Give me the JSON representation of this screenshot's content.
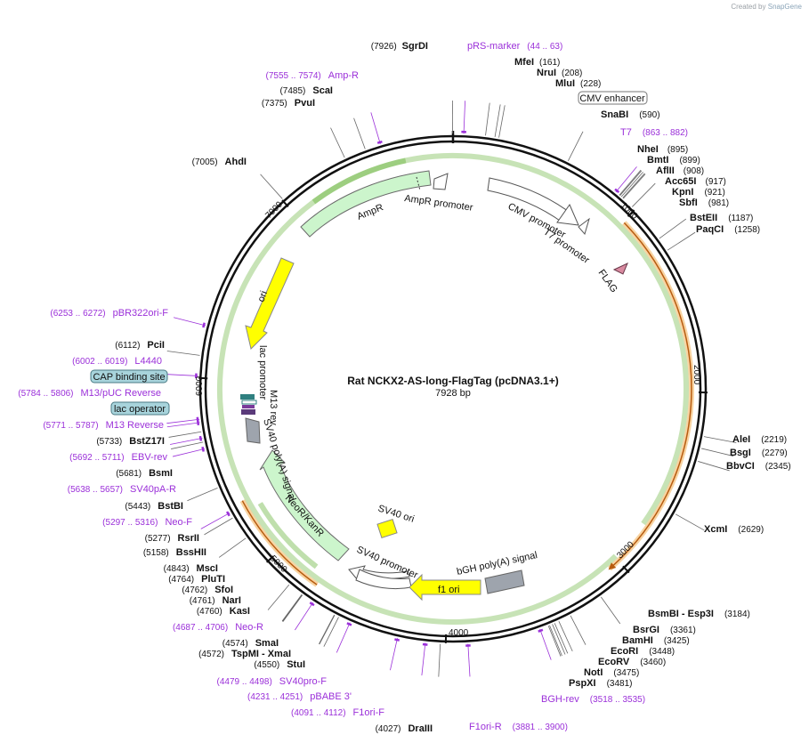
{
  "credit": {
    "prefix": "Created by",
    "brand": "SnapGene"
  },
  "plasmid": {
    "name": "Rat NCKX2-AS-long-FlagTag (pcDNA3.1+)",
    "length_label": "7928 bp",
    "length": 7928
  },
  "ticks": [
    "1000",
    "2000",
    "3000",
    "4000",
    "5000",
    "6000",
    "7000"
  ],
  "sites": [
    {
      "name": "SgrDI",
      "pos": "(7926)",
      "bp": 7926
    },
    {
      "name": "MfeI",
      "pos": "(161)",
      "bp": 161
    },
    {
      "name": "NruI",
      "pos": "(208)",
      "bp": 208
    },
    {
      "name": "MluI",
      "pos": "(228)",
      "bp": 228
    },
    {
      "name": "SnaBI",
      "pos": "(590)",
      "bp": 590
    },
    {
      "name": "NheI",
      "pos": "(895)",
      "bp": 895
    },
    {
      "name": "BmtI",
      "pos": "(899)",
      "bp": 899
    },
    {
      "name": "AflII",
      "pos": "(908)",
      "bp": 908
    },
    {
      "name": "Acc65I",
      "pos": "(917)",
      "bp": 917
    },
    {
      "name": "KpnI",
      "pos": "(921)",
      "bp": 921
    },
    {
      "name": "SbfI",
      "pos": "(981)",
      "bp": 981
    },
    {
      "name": "BstEII",
      "pos": "(1187)",
      "bp": 1187
    },
    {
      "name": "PaqCI",
      "pos": "(1258)",
      "bp": 1258
    },
    {
      "name": "AleI",
      "pos": "(2219)",
      "bp": 2219
    },
    {
      "name": "BsgI",
      "pos": "(2279)",
      "bp": 2279
    },
    {
      "name": "BbvCI",
      "pos": "(2345)",
      "bp": 2345
    },
    {
      "name": "XcmI",
      "pos": "(2629)",
      "bp": 2629
    },
    {
      "name": "BsmBI - Esp3I",
      "pos": "(3184)",
      "bp": 3184
    },
    {
      "name": "BsrGI",
      "pos": "(3361)",
      "bp": 3361
    },
    {
      "name": "BamHI",
      "pos": "(3425)",
      "bp": 3425
    },
    {
      "name": "EcoRI",
      "pos": "(3448)",
      "bp": 3448
    },
    {
      "name": "EcoRV",
      "pos": "(3460)",
      "bp": 3460
    },
    {
      "name": "NotI",
      "pos": "(3475)",
      "bp": 3475
    },
    {
      "name": "PspXI",
      "pos": "(3481)",
      "bp": 3481
    },
    {
      "name": "DraIII",
      "pos": "(4027)",
      "bp": 4027
    },
    {
      "name": "StuI",
      "pos": "(4550)",
      "bp": 4550
    },
    {
      "name": "TspMI - XmaI",
      "pos": "(4572)",
      "bp": 4572
    },
    {
      "name": "SmaI",
      "pos": "(4574)",
      "bp": 4574
    },
    {
      "name": "KasI",
      "pos": "(4760)",
      "bp": 4760
    },
    {
      "name": "NarI",
      "pos": "(4761)",
      "bp": 4761
    },
    {
      "name": "SfoI",
      "pos": "(4762)",
      "bp": 4762
    },
    {
      "name": "PluTI",
      "pos": "(4764)",
      "bp": 4764
    },
    {
      "name": "MscI",
      "pos": "(4843)",
      "bp": 4843
    },
    {
      "name": "BssHII",
      "pos": "(5158)",
      "bp": 5158
    },
    {
      "name": "RsrII",
      "pos": "(5277)",
      "bp": 5277
    },
    {
      "name": "BstBI",
      "pos": "(5443)",
      "bp": 5443
    },
    {
      "name": "BsmI",
      "pos": "(5681)",
      "bp": 5681
    },
    {
      "name": "BstZ17I",
      "pos": "(5733)",
      "bp": 5733
    },
    {
      "name": "PciI",
      "pos": "(6112)",
      "bp": 6112
    },
    {
      "name": "AhdI",
      "pos": "(7005)",
      "bp": 7005
    },
    {
      "name": "PvuI",
      "pos": "(7375)",
      "bp": 7375
    },
    {
      "name": "ScaI",
      "pos": "(7485)",
      "bp": 7485
    }
  ],
  "primers": [
    {
      "name": "pRS-marker",
      "pos": "(44 .. 63)",
      "bp": 53
    },
    {
      "name": "T7",
      "pos": "(863 .. 882)",
      "bp": 872
    },
    {
      "name": "BGH-rev",
      "pos": "(3518 .. 3535)",
      "bp": 3526
    },
    {
      "name": "F1ori-R",
      "pos": "(3881 .. 3900)",
      "bp": 3890
    },
    {
      "name": "F1ori-F",
      "pos": "(4091 .. 4112)",
      "bp": 4101
    },
    {
      "name": "pBABE 3'",
      "pos": "(4231 .. 4251)",
      "bp": 4241
    },
    {
      "name": "SV40pro-F",
      "pos": "(4479 .. 4498)",
      "bp": 4488
    },
    {
      "name": "Neo-R",
      "pos": "(4687 .. 4706)",
      "bp": 4696
    },
    {
      "name": "Neo-F",
      "pos": "(5297 .. 5316)",
      "bp": 5306
    },
    {
      "name": "SV40pA-R",
      "pos": "(5638 .. 5657)",
      "bp": 5647
    },
    {
      "name": "EBV-rev",
      "pos": "(5692 .. 5711)",
      "bp": 5701
    },
    {
      "name": "M13 Reverse",
      "pos": "(5771 .. 5787)",
      "bp": 5779
    },
    {
      "name": "M13/pUC Reverse",
      "pos": "(5784 .. 5806)",
      "bp": 5795
    },
    {
      "name": "L4440",
      "pos": "(6002 .. 6019)",
      "bp": 6010
    },
    {
      "name": "pBR322ori-F",
      "pos": "(6253 .. 6272)",
      "bp": 6262
    },
    {
      "name": "Amp-R",
      "pos": "(7555 .. 7574)",
      "bp": 7564
    }
  ],
  "boxed_features": [
    {
      "name": "CMV enhancer",
      "style": "white"
    },
    {
      "name": "CAP binding site",
      "style": "teal"
    },
    {
      "name": "lac operator",
      "style": "teal"
    }
  ],
  "features": {
    "cmv_promoter": "CMV promoter",
    "t7_promoter": "T7 promoter",
    "flag": "FLAG",
    "ampr_promoter": "AmpR promoter",
    "ampr": "AmpR",
    "ori": "ori",
    "lac_promoter": "lac promoter",
    "m13_rev": "M13 rev",
    "sv40_polya": "SV40 poly(A) signal",
    "neor": "NeoR/KanR",
    "sv40_promoter": "SV40 promoter",
    "sv40_ori": "SV40 ori",
    "f1_ori": "f1 ori",
    "bgh_polya": "bGH poly(A) signal"
  },
  "colors": {
    "backbone": "#111111",
    "primer": "#9b30d9",
    "feature_green": "#ccf5cc",
    "feature_yellow": "#ffff00",
    "orf_orange": "#f0a030",
    "orf_green": "#5faf2f",
    "grey_feature": "#9ea4ad",
    "teal_box": "#a8d4dc",
    "flag_pink": "#d98aa0",
    "lac_purple": "#7a3a9a",
    "m13_teal": "#2f8080"
  }
}
